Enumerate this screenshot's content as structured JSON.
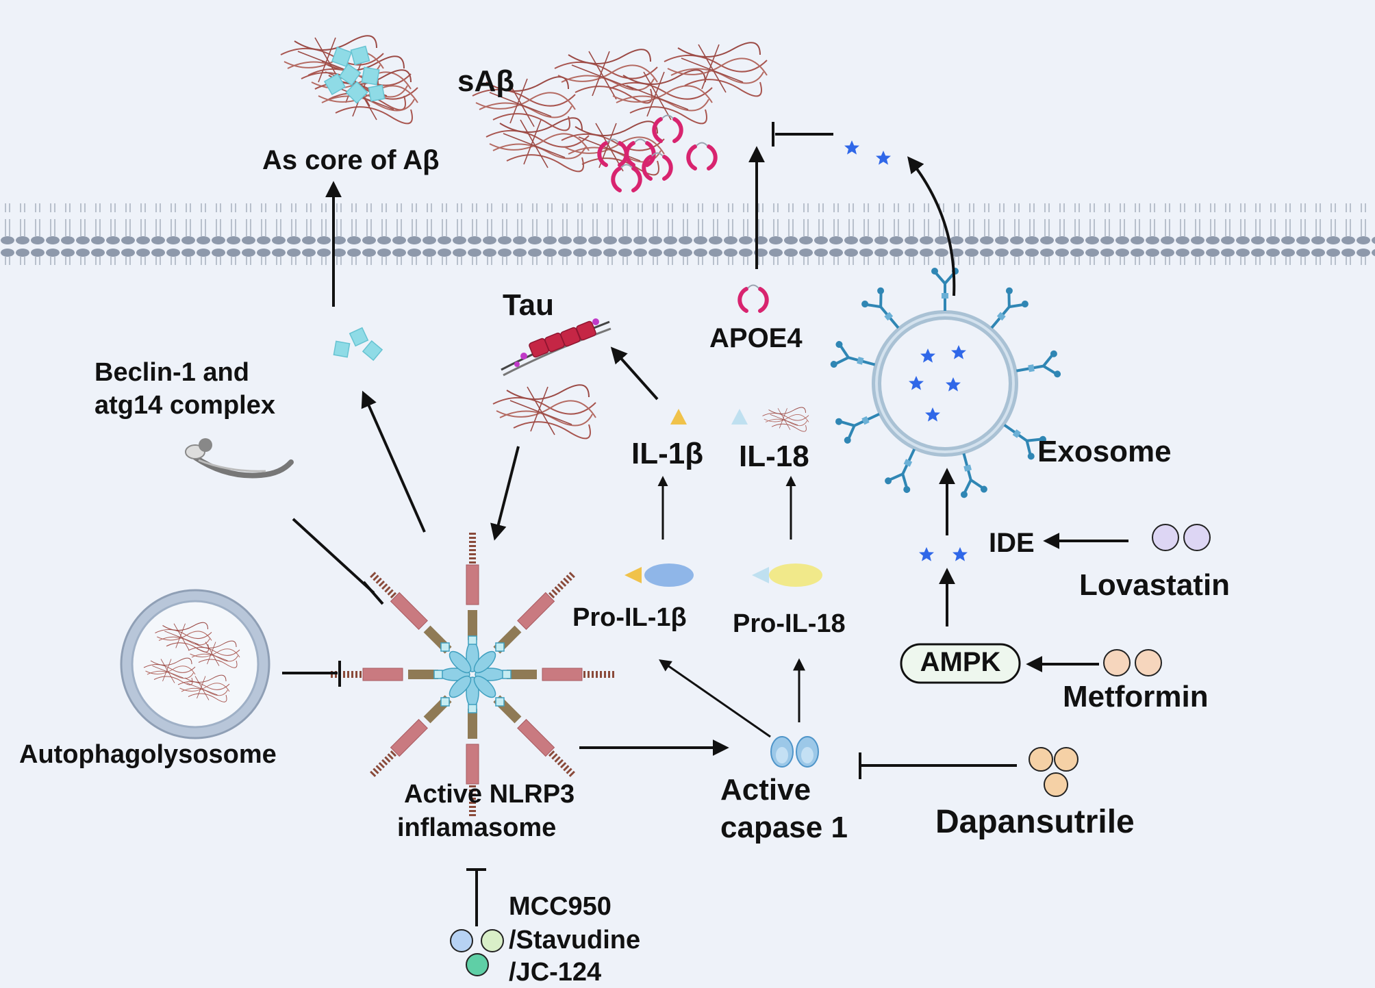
{
  "labels": {
    "s_abeta": "sAβ",
    "as_core": "As core of Aβ",
    "tau": "Tau",
    "apoe4": "APOE4",
    "beclin_line1": "Beclin-1 and",
    "beclin_line2": "atg14 complex",
    "il1b": "IL-1β",
    "il18": "IL-18",
    "exosome": "Exosome",
    "ide": "IDE",
    "lovastatin": "Lovastatin",
    "pro_il1b": "Pro-IL-1β",
    "pro_il18": "Pro-IL-18",
    "ampk": "AMPK",
    "metformin": "Metformin",
    "autophagolysosome": "Autophagolysosome",
    "nlrp3_line1": "Active NLRP3",
    "nlrp3_line2": "inflamasome",
    "caspase_line1": "Active",
    "caspase_line2": "capase 1",
    "dapansutrile": "Dapansutrile",
    "mcc_line1": "MCC950",
    "mcc_line2": "/Stavudine",
    "mcc_line3": "/JC-124"
  },
  "colors": {
    "background": "#eef2f9",
    "membrane_head": "#8e99ab",
    "fibril": "#a8554f",
    "amyloid_core": "#8fdbe6",
    "apoe4": "#d8246f",
    "exosome_ring": "#a9c1d4",
    "receptor": "#2f86b4",
    "cargo_star": "#2f67e8",
    "il1b_bean": "#8fb6e8",
    "il1b_marker": "#f0c24a",
    "il18_bean": "#f1e98a",
    "il18_marker": "#bfe0f0",
    "caspase": "#9cc8e8",
    "tau": "#c52645",
    "arrow": "#111111",
    "lovastatin_pill": "#ddd6f4",
    "metformin_pill": "#f6d6bd",
    "dapansutrile_pill": "#f5d1a6",
    "mcc950_pill": "#b7d2f3",
    "stavudine_pill": "#d9efc8",
    "jc124_pill": "#5fcfa6"
  },
  "icons": [
    "amyloid-fibril-icon",
    "amyloid-core-icon",
    "apoe4-icon",
    "tau-tangle-icon",
    "beclin-complex-icon",
    "autophagolysosome-icon",
    "nlrp3-inflammasome-icon",
    "exosome-icon",
    "ide-star-icon",
    "pro-il1b-icon",
    "pro-il18-icon",
    "caspase-icon",
    "lovastatin-pill-icon",
    "metformin-pill-icon",
    "dapansutrile-pill-icon",
    "mcc950-pill-icon"
  ]
}
